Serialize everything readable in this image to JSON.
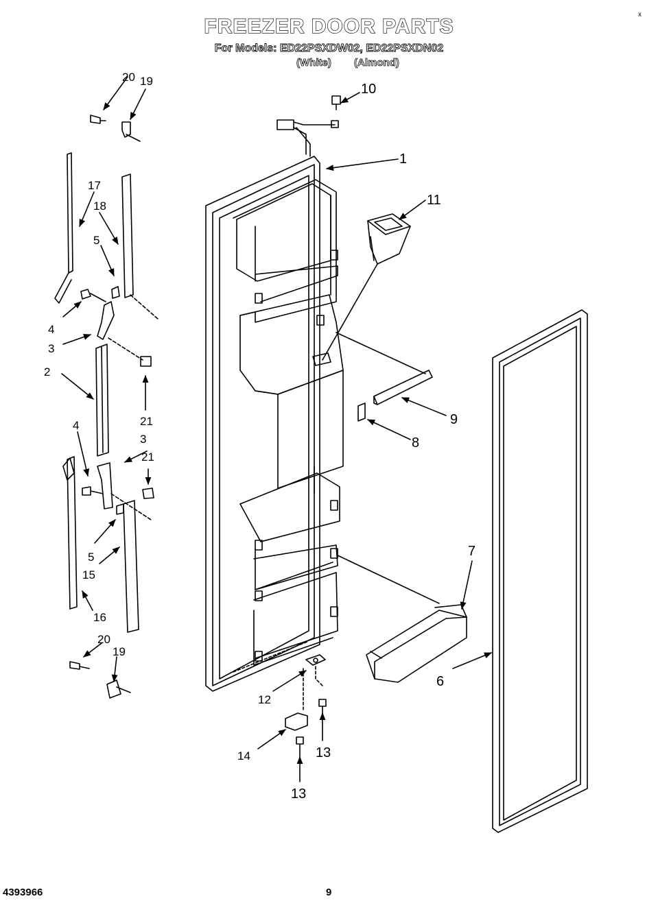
{
  "header": {
    "title": "FREEZER DOOR PARTS",
    "models": "For Models: ED22PSXDW02, ED22PSXDN02",
    "color_white": "(White)",
    "color_almond": "(Almond)"
  },
  "corner_mark": "x",
  "footer": {
    "doc_number": "4393966",
    "page_number": "9"
  },
  "callouts": [
    {
      "id": "c1",
      "text": "1"
    },
    {
      "id": "c2",
      "text": "2"
    },
    {
      "id": "c3a",
      "text": "3"
    },
    {
      "id": "c3b",
      "text": "3"
    },
    {
      "id": "c4a",
      "text": "4"
    },
    {
      "id": "c4b",
      "text": "4"
    },
    {
      "id": "c5a",
      "text": "5"
    },
    {
      "id": "c5b",
      "text": "5"
    },
    {
      "id": "c6",
      "text": "6"
    },
    {
      "id": "c7",
      "text": "7"
    },
    {
      "id": "c8",
      "text": "8"
    },
    {
      "id": "c9",
      "text": "9"
    },
    {
      "id": "c10",
      "text": "10"
    },
    {
      "id": "c11",
      "text": "11"
    },
    {
      "id": "c12",
      "text": "12"
    },
    {
      "id": "c13a",
      "text": "13"
    },
    {
      "id": "c13b",
      "text": "13"
    },
    {
      "id": "c14",
      "text": "14"
    },
    {
      "id": "c15",
      "text": "15"
    },
    {
      "id": "c16",
      "text": "16"
    },
    {
      "id": "c17",
      "text": "17"
    },
    {
      "id": "c18",
      "text": "18"
    },
    {
      "id": "c19a",
      "text": "19"
    },
    {
      "id": "c19b",
      "text": "19"
    },
    {
      "id": "c20a",
      "text": "20"
    },
    {
      "id": "c20b",
      "text": "20"
    },
    {
      "id": "c21a",
      "text": "21"
    },
    {
      "id": "c21b",
      "text": "21"
    }
  ]
}
